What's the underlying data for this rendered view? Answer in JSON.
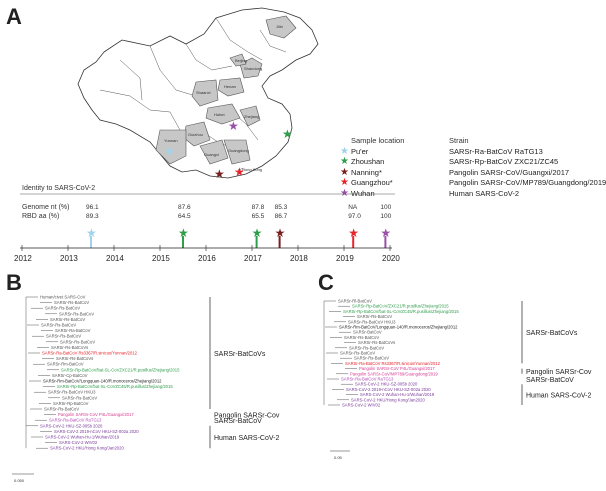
{
  "panels": {
    "a": "A",
    "b": "B",
    "c": "C"
  },
  "map": {
    "province_labels": [
      "Beijing",
      "Shandong",
      "Henan",
      "Shaanxi",
      "Hubei",
      "Zhejiang",
      "Guizhou",
      "Guangxi",
      "Guangdong",
      "Yunnan",
      "Hong Kong",
      "Jilin"
    ]
  },
  "legend": {
    "header_location": "Sample location",
    "header_strain": "Strain",
    "rows": [
      {
        "location": "Pu'er",
        "strain": "SARSr-Ra-BatCoV RaTG13",
        "color": "#9fd3ea"
      },
      {
        "location": "Zhoushan",
        "strain": "SARSr-Rp-BatCoV ZXC21/ZC45",
        "color": "#2e9e4a"
      },
      {
        "location": "Nanning*",
        "strain": "Pangolin SARSr-CoV/Guangxi/2017",
        "color": "#7a1f1f"
      },
      {
        "location": "Guangzhou*",
        "strain": "Pangolin SARSr-CoV/MP789/Guangdong/2019",
        "color": "#e8232a"
      },
      {
        "location": "Wuhan",
        "strain": "Human SARS-CoV-2",
        "color": "#9b4fa8"
      }
    ]
  },
  "timeline": {
    "identity_title": "Identity to SARS-CoV-2",
    "genome_label": "Genome nt (%)",
    "rbd_label": "RBD aa (%)",
    "years": [
      "2012",
      "2013",
      "2014",
      "2015",
      "2016",
      "2017",
      "2018",
      "2019",
      "2020"
    ],
    "points": [
      {
        "year": 2013.5,
        "genome": "96.1",
        "rbd": "89.3",
        "color": "#9fd3ea"
      },
      {
        "year": 2015.5,
        "genome": "87.6",
        "rbd": "64.5",
        "color": "#2e9e4a"
      },
      {
        "year": 2017.1,
        "genome": "87.8",
        "rbd": "65.5",
        "color": "#2e9e4a"
      },
      {
        "year": 2017.6,
        "genome": "85.3",
        "rbd": "86.7",
        "color": "#7a1f1f"
      },
      {
        "year": 2019.2,
        "genome": "NA",
        "rbd": "97.0",
        "color": "#e8232a"
      },
      {
        "year": 2019.9,
        "genome": "100",
        "rbd": "100",
        "color": "#9b4fa8"
      }
    ]
  },
  "tree_b": {
    "leaves": [
      {
        "text": "Human/civet SARS-CoV",
        "color": "#555"
      },
      {
        "text": "SARSr-Rs-BatCoV",
        "color": "#555"
      },
      {
        "text": "SARSr-Rs-BatCoV",
        "color": "#555"
      },
      {
        "text": "SARSr-Rs-BatCoV",
        "color": "#555"
      },
      {
        "text": "SARSr-Rs-BatCoV",
        "color": "#555"
      },
      {
        "text": "SARSr-Rs-BatCoV",
        "color": "#555"
      },
      {
        "text": "SARSr-Ra-BatCoV",
        "color": "#555"
      },
      {
        "text": "SARSr-Rs-BatCoV",
        "color": "#555"
      },
      {
        "text": "SARSr-Rs-BatCoV",
        "color": "#555"
      },
      {
        "text": "SARSr-Rs-BatCoVs",
        "color": "#555"
      },
      {
        "text": "SARSr-Ra-BatCoV Rs3367/R.sinicus/Yunnan/2012",
        "color": "#e8232a"
      },
      {
        "text": "SARSr-Rs-BatCoVs",
        "color": "#555"
      },
      {
        "text": "SARSr-Rm-BatCoV",
        "color": "#555"
      },
      {
        "text": "SARSr-Rp-BatCoV/bat-SL-CoVZXC21/R.pusillus/Zhejiang/2015",
        "color": "#2e9e4a"
      },
      {
        "text": "SARSr-Cp-BatCoV",
        "color": "#555"
      },
      {
        "text": "SARSr-Rm-BatCoV/Longquan-140/R.monoceros/Zhejiang/2012",
        "color": "#222"
      },
      {
        "text": "SARSr-Rp-BatCoV/bat-SL-CoVZC45/R.pusillus/Zhejiang/2015",
        "color": "#2e9e4a"
      },
      {
        "text": "SARSr-Rs-BatCoV HKU3",
        "color": "#555"
      },
      {
        "text": "SARSr-Rs-BatCoV",
        "color": "#555"
      },
      {
        "text": "SARSr-Rp-BatCoV",
        "color": "#555"
      },
      {
        "text": "SARSr-Rs-BatCoV",
        "color": "#555"
      },
      {
        "text": "Pangolin SARSr-CoV P4L/Guangxi/2017",
        "color": "#d6398f"
      },
      {
        "text": "SARSr-Ra-BatCoV RaTG13",
        "color": "#b04ab8"
      },
      {
        "text": "SARS-CoV-2 HKU-SZ-005b 2020",
        "color": "#7a3a9a"
      },
      {
        "text": "SARS-CoV-2 2019-nCoV HKU-SZ-002a 2020",
        "color": "#7a3a9a"
      },
      {
        "text": "SARS-CoV-2 Wuhan-Hu-1/Wuhan/2019",
        "color": "#7a3a9a"
      },
      {
        "text": "SARS-CoV-2 WIV02",
        "color": "#7a3a9a"
      },
      {
        "text": "SARS-CoV-2 HKU/Hong Kong/Jan2020",
        "color": "#7a3a9a"
      }
    ],
    "clades": [
      {
        "label": "SARSr-BatCoVs"
      },
      {
        "label": "Pangolin SARSr-Cov"
      },
      {
        "label": "SARSr-BatCoV"
      },
      {
        "label": "Human SARS-CoV-2"
      }
    ],
    "scale": "0.050"
  },
  "tree_c": {
    "leaves": [
      {
        "text": "SARSr-Rl-BatCoV",
        "color": "#555"
      },
      {
        "text": "SARSr-Rp-BatCoV/ZXC21/R.pusillus/Zhejiang/2015",
        "color": "#2e9e4a"
      },
      {
        "text": "SARSr-Rp-BatCoV/bat-SL-CoVZC45/R.pusillus/Zhejiang/2015",
        "color": "#2e9e4a"
      },
      {
        "text": "SARSr-Rs-BatCoV",
        "color": "#555"
      },
      {
        "text": "SARSr-Rs-BatCoV HKU3",
        "color": "#555"
      },
      {
        "text": "SARSr-Rm-BatCoV/Longquan-140/R.monoceros/Zhejiang/2012",
        "color": "#222"
      },
      {
        "text": "SARSr-BatCoV",
        "color": "#555"
      },
      {
        "text": "SARSr-Rs-BatCoV",
        "color": "#555"
      },
      {
        "text": "SARSr-Rs-BatCoVs",
        "color": "#555"
      },
      {
        "text": "SARSr-Rs-BatCoV",
        "color": "#555"
      },
      {
        "text": "SARSr-Rs-BatCoV",
        "color": "#555"
      },
      {
        "text": "SARSr-Rs-BatCoV",
        "color": "#555"
      },
      {
        "text": "SARSr-Ra-BatCoV Rs3367/R.sinicus/Yunnan/2012",
        "color": "#e8232a"
      },
      {
        "text": "Pangolin SARSr-CoV P4L/Guangxi/2017",
        "color": "#d6398f"
      },
      {
        "text": "Pangolin SARSr-CoV/MP789/Guangdong/2019",
        "color": "#d6398f"
      },
      {
        "text": "SARSr-Ra-BatCoV RaTG13",
        "color": "#b04ab8"
      },
      {
        "text": "SARS-CoV-2 HKU-SZ-005b 2020",
        "color": "#7a3a9a"
      },
      {
        "text": "SARS-CoV-2 2019-nCoV HKU-SZ-002a 2020",
        "color": "#7a3a9a"
      },
      {
        "text": "SARS-CoV-2 Wuhan-Hu-1/Wuhan/2019",
        "color": "#7a3a9a"
      },
      {
        "text": "SARS-CoV-2 HKU/Hong Kong/Jan2020",
        "color": "#7a3a9a"
      },
      {
        "text": "SARS-CoV-2 WIV02",
        "color": "#7a3a9a"
      }
    ],
    "clades": [
      {
        "label": "SARSr-BatCoVs"
      },
      {
        "label": "Pangolin SARSr-Cov"
      },
      {
        "label": "SARSr-BatCoV"
      },
      {
        "label": "Human SARS-CoV-2"
      }
    ],
    "scale": "0.05"
  }
}
